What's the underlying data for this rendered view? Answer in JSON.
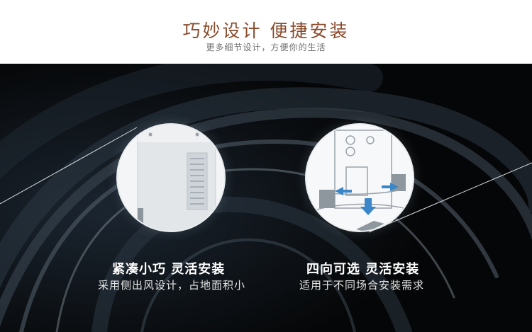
{
  "header": {
    "title": "巧妙设计 便捷安装",
    "subtitle": "更多细节设计，方便你的生活"
  },
  "features": [
    {
      "title": "紧凑小巧 灵活安装",
      "description": "采用侧出风设计，占地面积小"
    },
    {
      "title": "四向可选 灵活安装",
      "description": "适用于不同场合安装需求"
    }
  ],
  "colors": {
    "title": "#8a4b2d",
    "background": "#050607",
    "arrow": "#3a86c8"
  }
}
